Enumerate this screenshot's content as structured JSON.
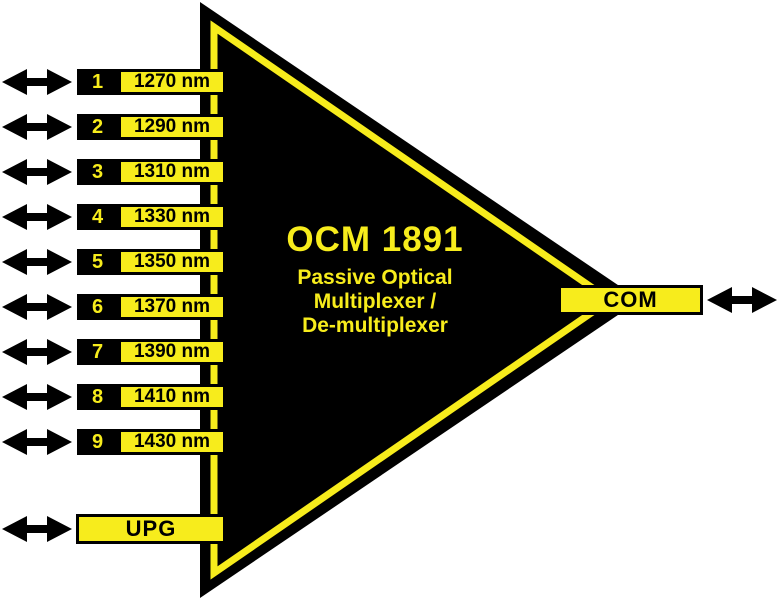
{
  "title": {
    "model": "OCM 1891",
    "line1": "Passive Optical",
    "line2": "Multiplexer /",
    "line3": "De-multiplexer"
  },
  "channels": [
    {
      "port": "1",
      "wavelength": "1270 nm"
    },
    {
      "port": "2",
      "wavelength": "1290 nm"
    },
    {
      "port": "3",
      "wavelength": "1310 nm"
    },
    {
      "port": "4",
      "wavelength": "1330 nm"
    },
    {
      "port": "5",
      "wavelength": "1350 nm"
    },
    {
      "port": "6",
      "wavelength": "1370 nm"
    },
    {
      "port": "7",
      "wavelength": "1390 nm"
    },
    {
      "port": "8",
      "wavelength": "1410 nm"
    },
    {
      "port": "9",
      "wavelength": "1430 nm"
    }
  ],
  "ports": {
    "com_label": "COM",
    "upg_label": "UPG"
  },
  "icons": {
    "bidirectional_arrow": "double-headed-horizontal-arrow"
  },
  "colors": {
    "accent_yellow": "#F7EC1C",
    "shape_black": "#000000",
    "background": "#FFFFFF"
  }
}
